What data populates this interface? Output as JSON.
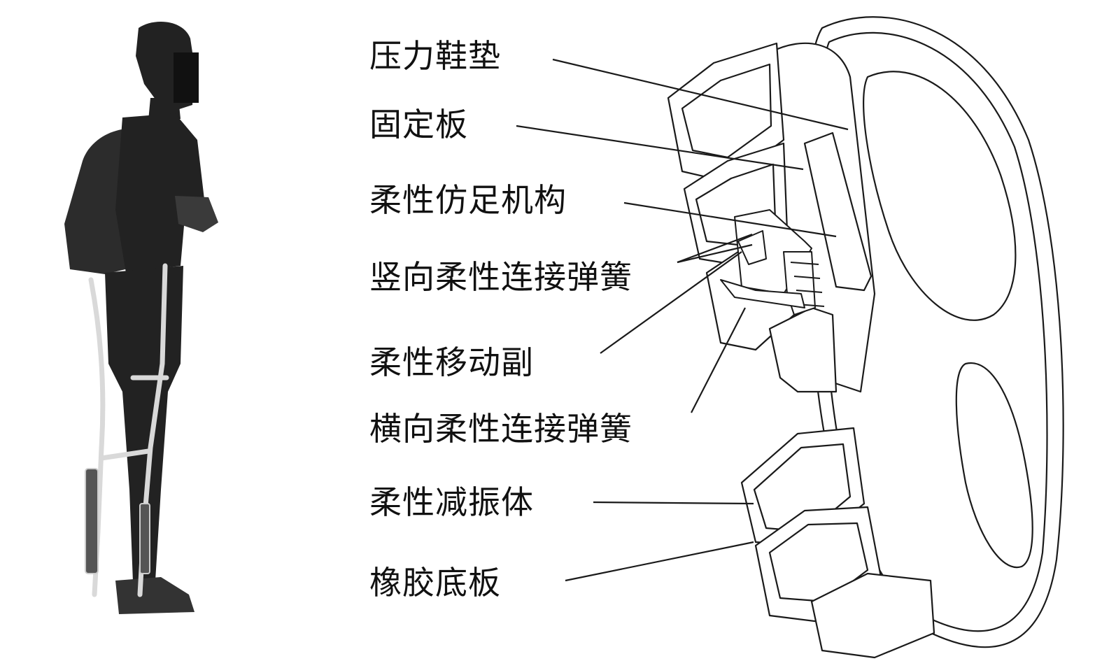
{
  "figure": {
    "labels": [
      {
        "id": "pressure-insole",
        "text": "压力鞋垫"
      },
      {
        "id": "fixed-plate",
        "text": "固定板"
      },
      {
        "id": "flexible-bionic-foot",
        "text": "柔性仿足机构"
      },
      {
        "id": "vertical-spring",
        "text": "竖向柔性连接弹簧"
      },
      {
        "id": "flexible-prismatic-pair",
        "text": "柔性移动副"
      },
      {
        "id": "horizontal-spring",
        "text": "横向柔性连接弹簧"
      },
      {
        "id": "flexible-damper",
        "text": "柔性减振体"
      },
      {
        "id": "rubber-sole",
        "text": "橡胶底板"
      }
    ],
    "colors": {
      "line": "#1a1a1a",
      "silhouette": "#222222",
      "exo": "#d9d9d9",
      "face_mask": "#111111"
    }
  }
}
